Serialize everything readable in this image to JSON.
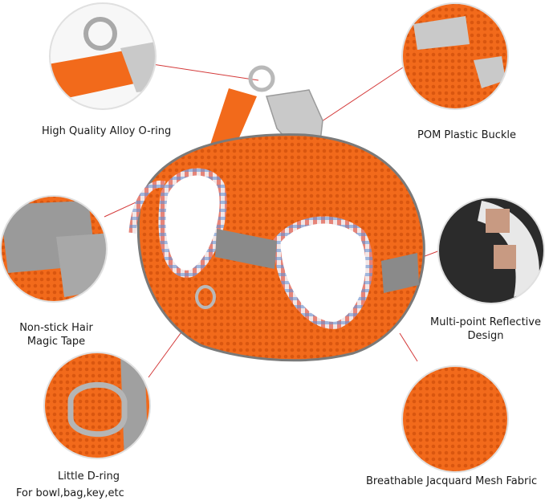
{
  "callouts": {
    "o_ring": "High Quality Alloy O-ring",
    "buckle": "POM Plastic Buckle",
    "magic_tape": [
      "Non-stick Hair",
      "Magic Tape"
    ],
    "reflective": [
      "Multi-point Reflective",
      "Design"
    ],
    "d_ring": [
      "Little D-ring",
      "For bowl,bag,key,etc"
    ],
    "mesh": "Breathable Jacquard Mesh Fabric"
  },
  "colors": {
    "harness_orange": "#f26a1b",
    "harness_dark": "#d4520f",
    "reflective_strip": "#8a8a8a",
    "callout_line": "#d43a3a",
    "buckle_gray": "#c9c9c9"
  }
}
